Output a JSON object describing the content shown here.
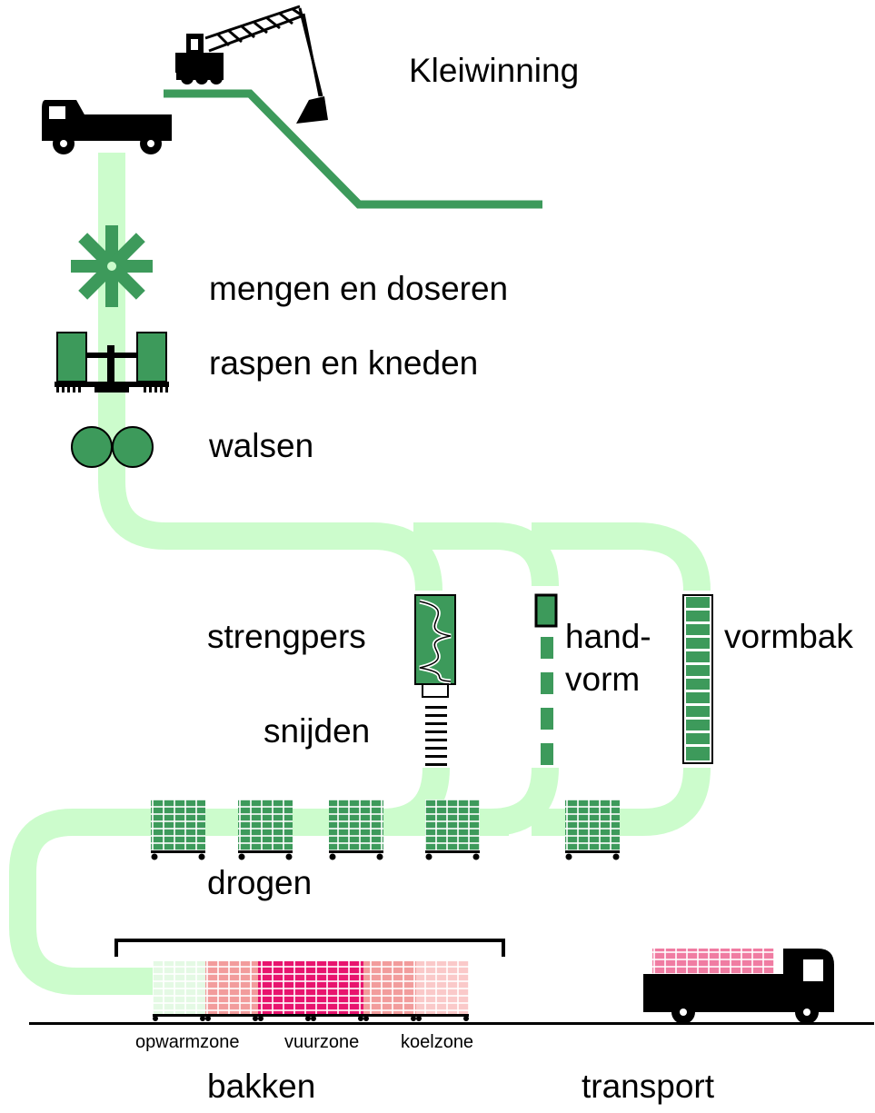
{
  "labels": {
    "kleiwinning": "Kleiwinning",
    "mengen": "mengen en doseren",
    "raspen": "raspen en kneden",
    "walsen": "walsen",
    "strengpers": "strengpers",
    "snijden": "snijden",
    "hand": "hand-",
    "vorm": "vorm",
    "vormbak": "vormbak",
    "drogen": "drogen",
    "opwarmzone": "opwarmzone",
    "vuurzone": "vuurzone",
    "koelzone": "koelzone",
    "bakken": "bakken",
    "transport": "transport"
  },
  "colors": {
    "flow": "#ccfccc",
    "green": "#3d9a5b",
    "black": "#000000",
    "opwarm": "#e4f9e4",
    "salmon": "#f29c9c",
    "fire": "#e8146e",
    "lightpink": "#fac9c9",
    "truckload": "#f07ca2"
  },
  "icons": {
    "excavator": "excavator-icon",
    "truck": "truck-icon",
    "mixer": "mixer-icon",
    "kneader": "kneader-icon",
    "rollers": "rollers-icon",
    "extruder": "extruder-press-icon",
    "cutter": "wire-cutter-icon",
    "handmold": "hand-mold-icon",
    "moldbox": "mold-box-icon",
    "dryer_rack": "drying-rack-icon",
    "kiln": "kiln-icon",
    "transport_truck": "transport-truck-icon"
  }
}
